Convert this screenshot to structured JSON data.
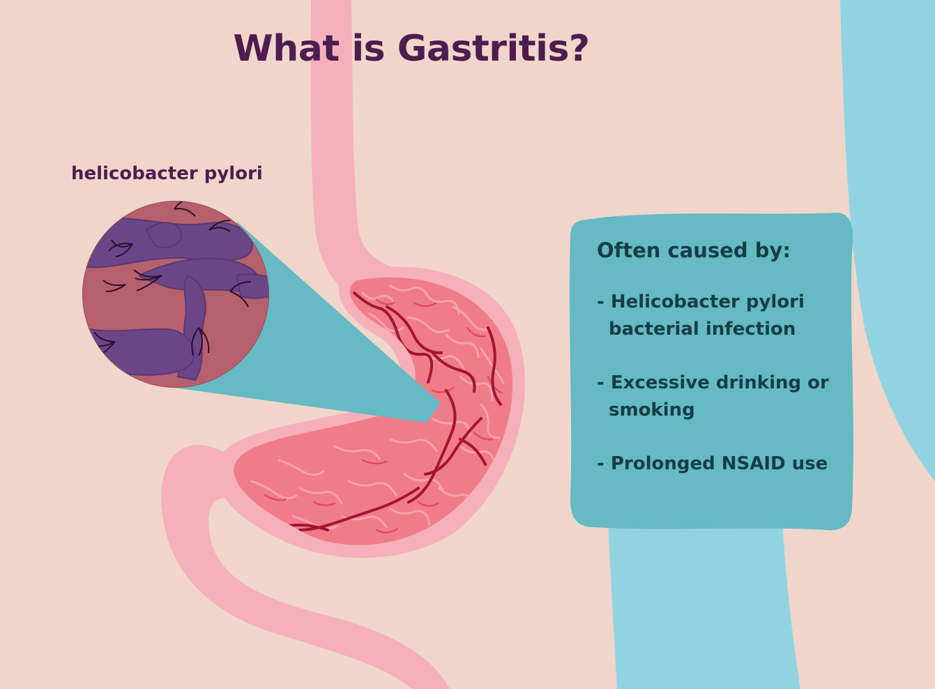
{
  "title": "What is Gastritis?",
  "callout": {
    "label": "helicobacter pylori"
  },
  "info_box": {
    "heading": "Often caused by:",
    "causes": [
      "- Helicobacter pylori bacterial infection",
      "- Excessive drinking or smoking",
      "- Prolonged NSAID use"
    ]
  },
  "colors": {
    "background": "#f0d6ca",
    "body_outline": "#92d3e2",
    "info_box": "#65bac4",
    "esophagus": "#f5b0b9",
    "stomach_lining": "#f07c8a",
    "blood_vessels": "#a41334",
    "bacteria": "#6b4687",
    "title_text": "#4e1c4f",
    "info_text": "#163e44"
  }
}
